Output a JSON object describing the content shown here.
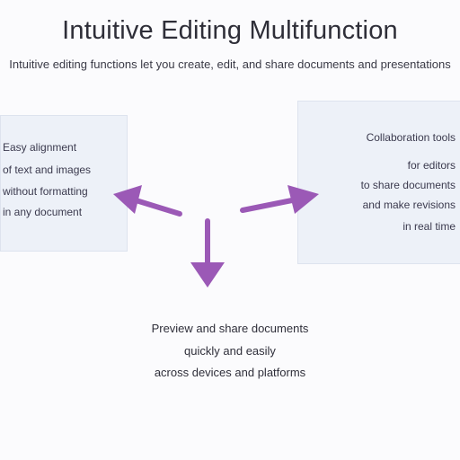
{
  "title": "Intuitive Editing Multifunction",
  "subtitle": "Intuitive editing functions let you create, edit, and share documents and presentations",
  "left_box": {
    "lines": [
      "Easy alignment",
      "of text and images",
      "without formatting",
      "in any document"
    ]
  },
  "right_box": {
    "lines": [
      "Collaboration tools",
      "for editors",
      "to share documents",
      "and make revisions",
      "in real time"
    ]
  },
  "bottom": {
    "lines": [
      "Preview and share documents",
      "quickly and easily",
      "across devices and platforms"
    ]
  },
  "colors": {
    "arrow": "#9b59b6",
    "box_fill": "#edf1f8"
  }
}
